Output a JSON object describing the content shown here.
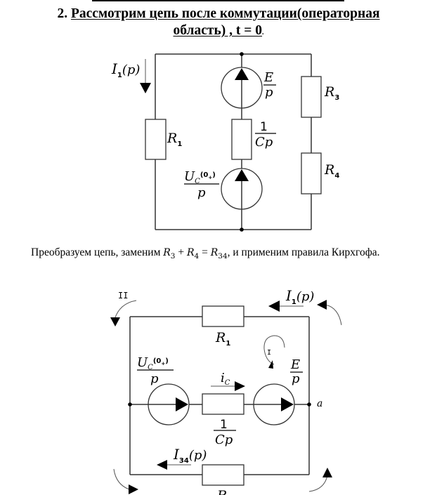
{
  "heading": {
    "number": "2.",
    "line1": "Рассмотрим цепь после коммутации(операторная",
    "line2": "область) , t = 0",
    "trailing": "."
  },
  "paragraph": {
    "text_before": "Преобразуем цепь, заменим ",
    "r3": "R",
    "r3_sub": "3",
    "plus": " + ",
    "r4": "R",
    "r4_sub": "4",
    "equals": " = ",
    "r34": "R",
    "r34_sub": "34",
    "text_after": ", и применим правила Кирхгофа."
  },
  "circuit1": {
    "current_label": "I",
    "current_sub": "1",
    "current_arg": "(p)",
    "r1": "R",
    "r1_sub": "1",
    "r3": "R",
    "r3_sub": "3",
    "r4": "R",
    "r4_sub": "4",
    "e_num": "E",
    "e_den": "p",
    "cap_num": "1",
    "cap_den": "Cp",
    "uc_num": "U",
    "uc_sub": "C",
    "uc_sup": "(0",
    "uc_sup_plus": "+",
    "uc_sup_close": ")",
    "uc_den": "p"
  },
  "circuit2": {
    "loop_ii": "II",
    "loop_i": "I",
    "current1_label": "I",
    "current1_sub": "1",
    "current1_arg": "(p)",
    "r1": "R",
    "r1_sub": "1",
    "uc_num": "U",
    "uc_sub": "C",
    "uc_sup": "(0",
    "uc_sup_plus": "+",
    "uc_sup_close": ")",
    "uc_den": "p",
    "ic_label": "i",
    "ic_sub": "C",
    "e_num": "E",
    "e_den": "p",
    "node_a": "a",
    "cap_num": "1",
    "cap_den": "Cp",
    "i34_label": "I",
    "i34_sub": "34",
    "i34_arg": "(p)",
    "r34": "R"
  }
}
